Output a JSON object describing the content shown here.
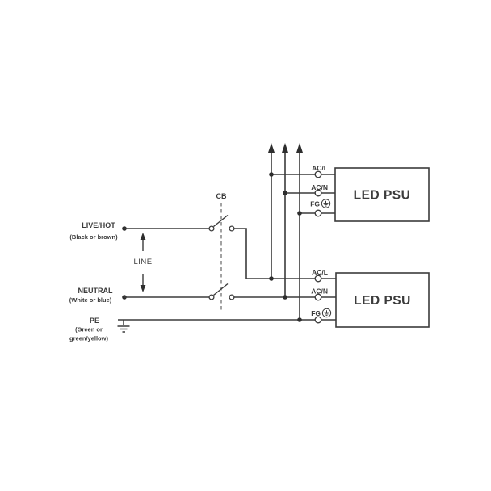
{
  "diagram": {
    "cb_label": "CB",
    "line_label": "LINE",
    "inputs": {
      "live": {
        "label": "LIVE/HOT",
        "sub": "(Black or brown)"
      },
      "neutral": {
        "label": "NEUTRAL",
        "sub": "(White or blue)"
      },
      "pe": {
        "label": "PE",
        "sub_line1": "(Green or",
        "sub_line2": "green/yellow)"
      }
    },
    "psu_top": {
      "name": "LED PSU",
      "terminals": {
        "l": "AC/L",
        "n": "AC/N",
        "fg": "FG"
      }
    },
    "psu_bottom": {
      "name": "LED PSU",
      "terminals": {
        "l": "AC/L",
        "n": "AC/N",
        "fg": "FG"
      }
    },
    "colors": {
      "wire": "#3b3b3b",
      "dashed_breaker_line": "#8c8c8c",
      "background": "#ffffff"
    }
  }
}
